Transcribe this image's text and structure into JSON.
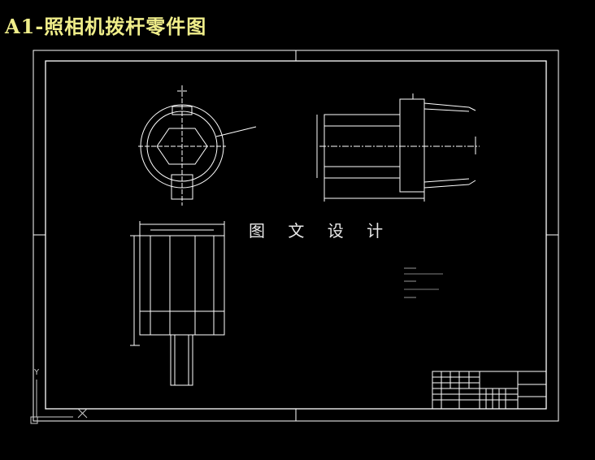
{
  "title": "A1-照相机拨杆零件图",
  "watermark": "图 文 设 计",
  "colors": {
    "background": "#000000",
    "line": "#ffffff",
    "title": "#f0ee8a",
    "watermark": "#e8e8e8"
  },
  "cursor_icon": "crosshair-x-icon",
  "ucs_axis_label": "Y"
}
